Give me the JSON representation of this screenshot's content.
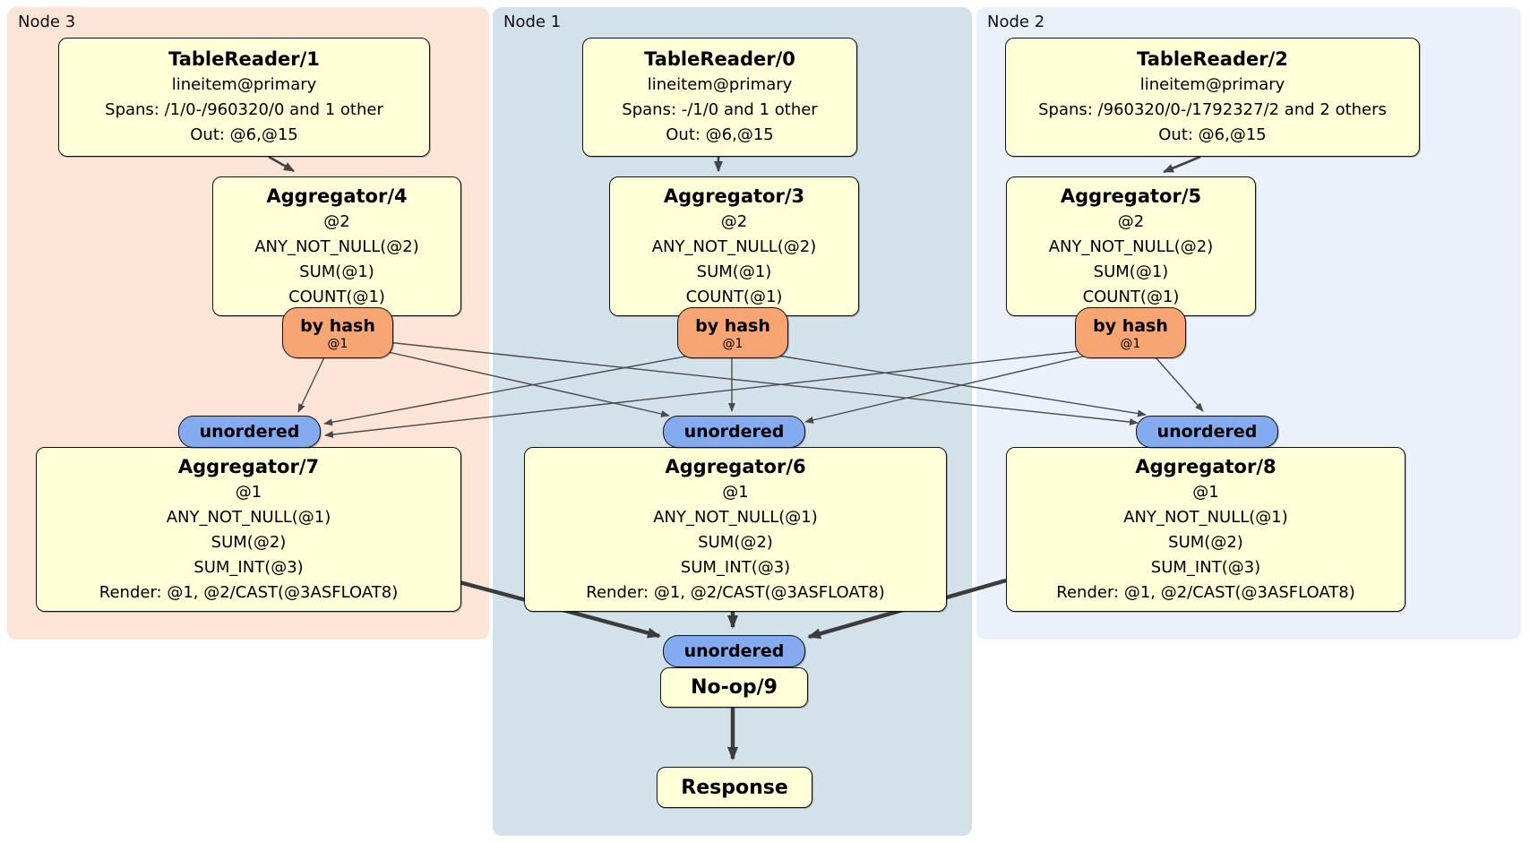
{
  "regions": [
    {
      "label": "Node 3"
    },
    {
      "label": "Node 1"
    },
    {
      "label": "Node 2"
    }
  ],
  "processors": {
    "tablereader1": {
      "title": "TableReader/1",
      "lines": [
        "lineitem@primary",
        "Spans: /1/0-/960320/0 and 1 other",
        "Out: @6,@15"
      ]
    },
    "tablereader0": {
      "title": "TableReader/0",
      "lines": [
        "lineitem@primary",
        "Spans: -/1/0 and 1 other",
        "Out: @6,@15"
      ]
    },
    "tablereader2": {
      "title": "TableReader/2",
      "lines": [
        "lineitem@primary",
        "Spans: /960320/0-/1792327/2 and 2 others",
        "Out: @6,@15"
      ]
    },
    "aggregator4": {
      "title": "Aggregator/4",
      "lines": [
        "@2",
        "ANY_NOT_NULL(@2)",
        "SUM(@1)",
        "COUNT(@1)"
      ]
    },
    "aggregator3": {
      "title": "Aggregator/3",
      "lines": [
        "@2",
        "ANY_NOT_NULL(@2)",
        "SUM(@1)",
        "COUNT(@1)"
      ]
    },
    "aggregator5": {
      "title": "Aggregator/5",
      "lines": [
        "@2",
        "ANY_NOT_NULL(@2)",
        "SUM(@1)",
        "COUNT(@1)"
      ]
    },
    "aggregator7": {
      "title": "Aggregator/7",
      "lines": [
        "@1",
        "ANY_NOT_NULL(@1)",
        "SUM(@2)",
        "SUM_INT(@3)",
        "Render: @1, @2/CAST(@3ASFLOAT8)"
      ]
    },
    "aggregator6": {
      "title": "Aggregator/6",
      "lines": [
        "@1",
        "ANY_NOT_NULL(@1)",
        "SUM(@2)",
        "SUM_INT(@3)",
        "Render: @1, @2/CAST(@3ASFLOAT8)"
      ]
    },
    "aggregator8": {
      "title": "Aggregator/8",
      "lines": [
        "@1",
        "ANY_NOT_NULL(@1)",
        "SUM(@2)",
        "SUM_INT(@3)",
        "Render: @1, @2/CAST(@3ASFLOAT8)"
      ]
    },
    "noop9": {
      "title": "No-op/9"
    },
    "response": {
      "title": "Response"
    }
  },
  "routers": {
    "by_hash": {
      "label": "by hash",
      "key": "@1"
    },
    "unordered": {
      "label": "unordered"
    }
  },
  "colors": {
    "node3_bg": "#fce4d6",
    "node1_bg": "#d3e1eb",
    "node2_bg": "#ebf1fb",
    "box_fill": "#ffffd8",
    "by_hash_fill": "#f7a673",
    "unordered_fill": "#84aaf0",
    "edge": "#434343"
  }
}
